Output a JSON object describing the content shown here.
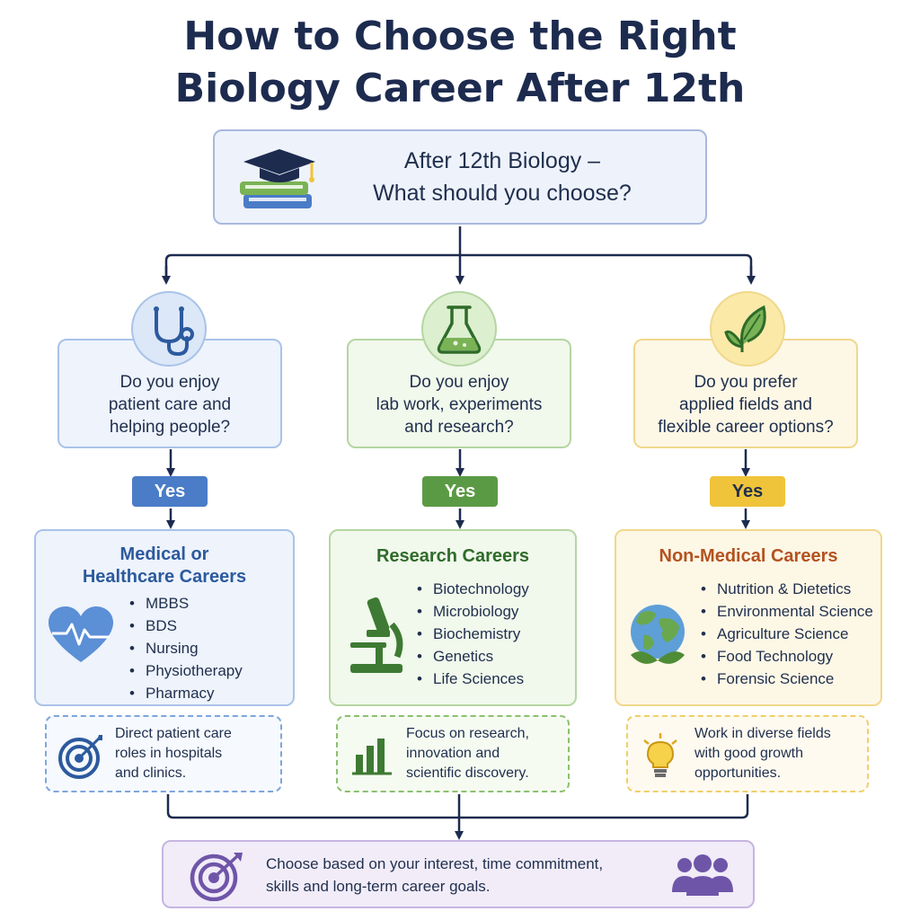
{
  "title": {
    "line1": "How to Choose the Right",
    "line2": "Biology Career After 12th"
  },
  "top_box": {
    "line1": "After 12th Biology –",
    "line2": "What should you choose?",
    "icon": "graduation-cap-books-icon"
  },
  "columns": [
    {
      "id": "medical",
      "icon": "stethoscope-icon",
      "question": [
        "Do you enjoy",
        "patient care and",
        "helping people?"
      ],
      "answer": "Yes",
      "card_title": [
        "Medical or",
        "Healthcare Careers"
      ],
      "card_icon": "heart-pulse-icon",
      "items": [
        "MBBS",
        "BDS",
        "Nursing",
        "Physiotherapy",
        "Pharmacy"
      ],
      "note": [
        "Direct patient care",
        "roles in hospitals",
        "and clinics."
      ],
      "note_icon": "target-icon",
      "colors": {
        "accent": "#4a7cc7",
        "fill": "#eef3fc",
        "border": "#a9c3e8",
        "title": "#2c5a9e"
      }
    },
    {
      "id": "research",
      "icon": "flask-icon",
      "question": [
        "Do you enjoy",
        "lab work, experiments",
        "and research?"
      ],
      "answer": "Yes",
      "card_title": [
        "Research Careers"
      ],
      "card_icon": "microscope-icon",
      "items": [
        "Biotechnology",
        "Microbiology",
        "Biochemistry",
        "Genetics",
        "Life Sciences"
      ],
      "note": [
        "Focus on research,",
        "innovation and",
        "scientific discovery."
      ],
      "note_icon": "bar-chart-icon",
      "colors": {
        "accent": "#5b9a45",
        "fill": "#f1f8ec",
        "border": "#b5d6a2",
        "title": "#2f6b2a"
      }
    },
    {
      "id": "non-medical",
      "icon": "leaf-icon",
      "question": [
        "Do you prefer",
        "applied fields and",
        "flexible career options?"
      ],
      "answer": "Yes",
      "card_title": [
        "Non-Medical Careers"
      ],
      "card_icon": "globe-icon",
      "items": [
        "Nutrition & Dietetics",
        "Environmental Science",
        "Agriculture Science",
        "Food Technology",
        "Forensic Science"
      ],
      "note": [
        "Work in diverse fields",
        "with good growth",
        "opportunities."
      ],
      "note_icon": "lightbulb-icon",
      "colors": {
        "accent": "#f0c43a",
        "fill": "#fdf7e6",
        "border": "#f0d88c",
        "title": "#b4521f"
      }
    }
  ],
  "bottom_box": {
    "line1": "Choose based on your interest, time commitment,",
    "line2": "skills and long-term career goals.",
    "left_icon": "target-arrow-icon",
    "right_icon": "people-group-icon",
    "colors": {
      "fill": "#f1ecf8",
      "border": "#c6b5e2",
      "accent": "#6f55a8"
    }
  }
}
